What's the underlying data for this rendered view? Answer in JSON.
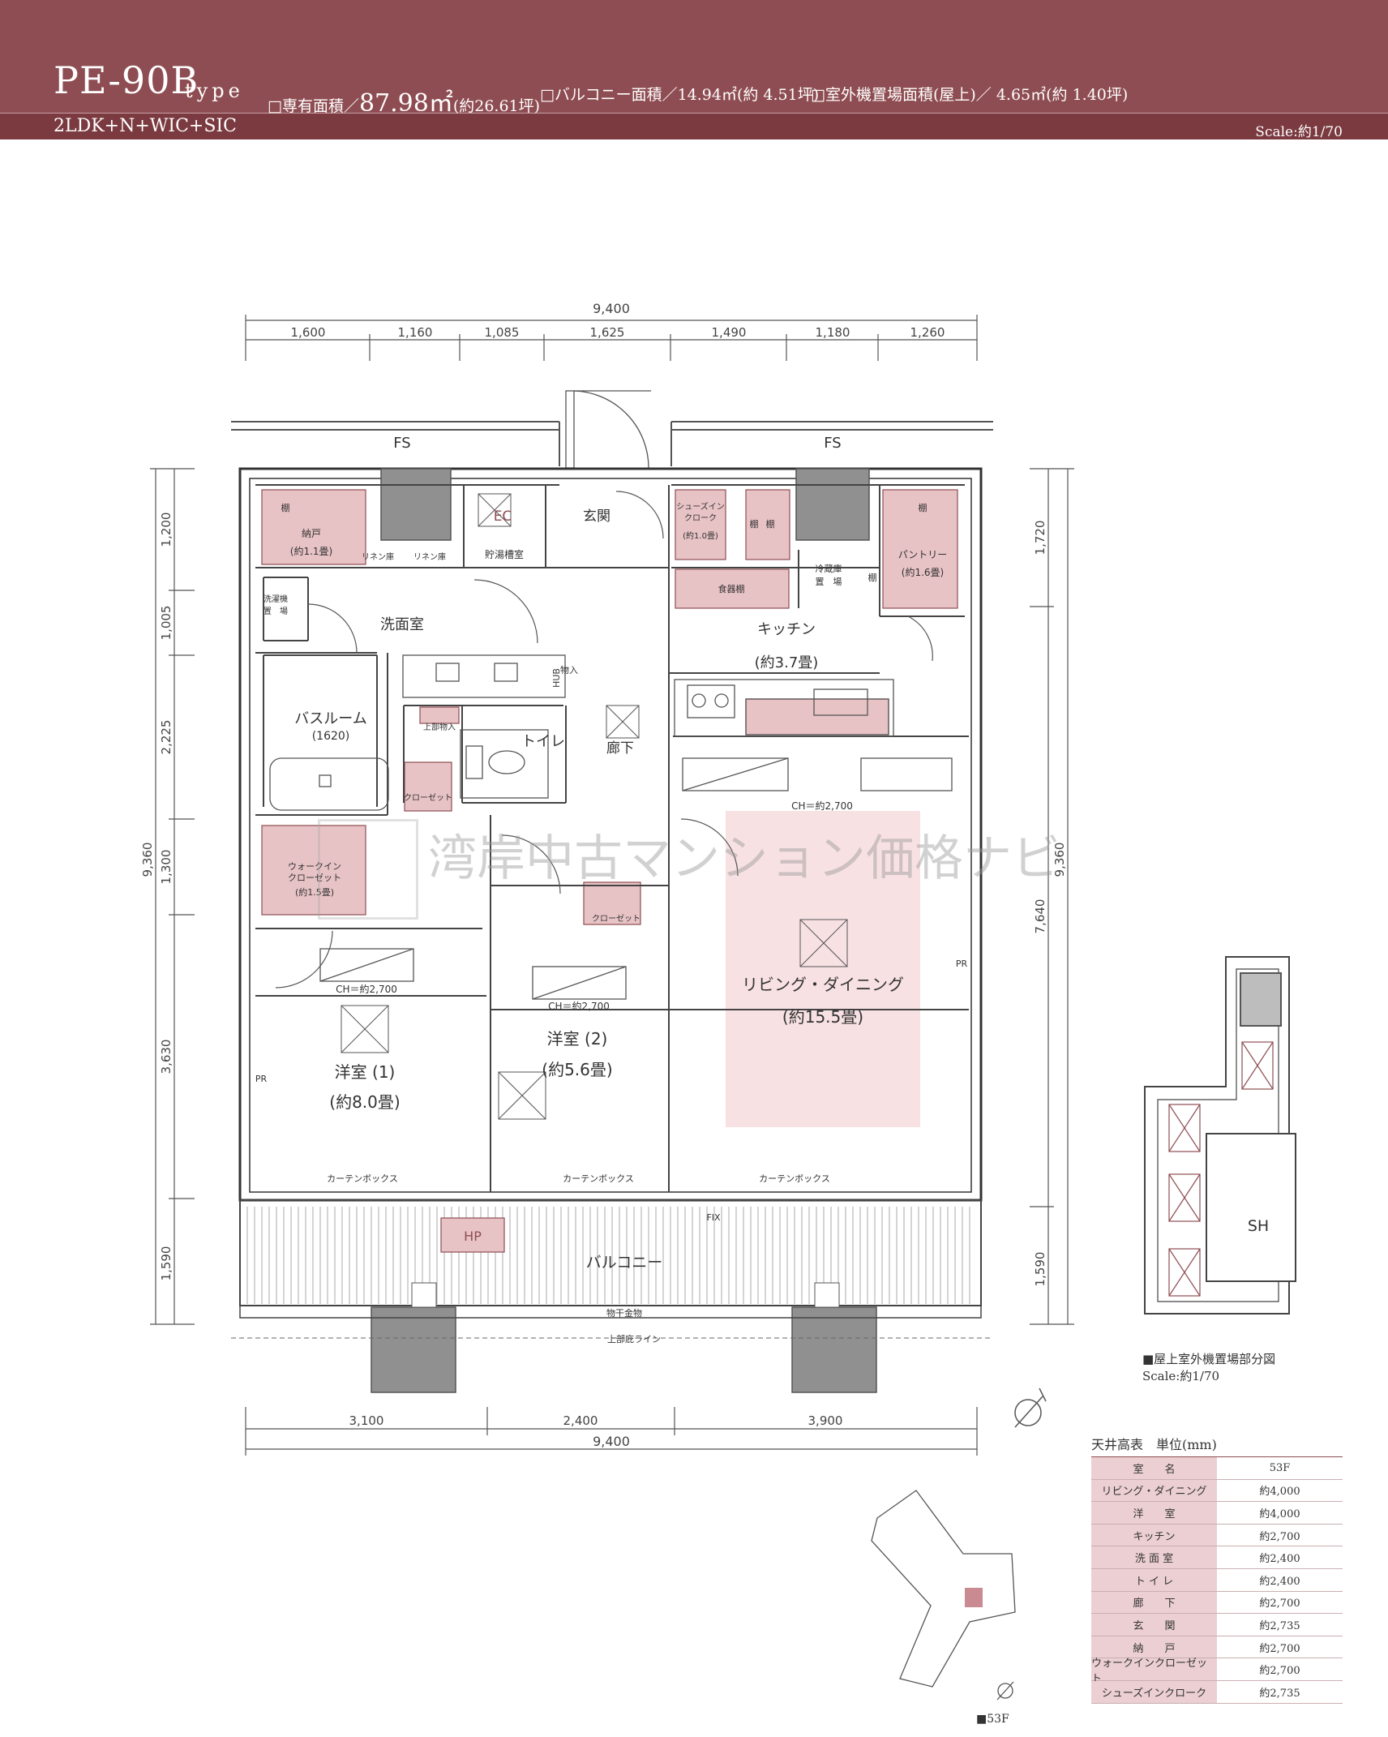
{
  "header": {
    "type_name": "PE-90B",
    "type_suffix": "type",
    "exclusive_area_label": "□専有面積／",
    "exclusive_area_value": "87.98㎡",
    "exclusive_area_tsubo": "(約26.61坪)",
    "balcony_area": "□バルコニー面積／14.94㎡(約 4.51坪)",
    "outdoor_unit_area": "□室外機置場面積(屋上)／ 4.65㎡(約 1.40坪)",
    "layout": "2LDK+N+WIC+SIC",
    "scale": "Scale:約1/70"
  },
  "dimensions": {
    "top_total": "9,400",
    "top_segments": [
      "1,600",
      "1,160",
      "1,085",
      "1,625",
      "1,490",
      "1,180",
      "1,260"
    ],
    "left_segments": [
      "1,200",
      "1,005",
      "2,225",
      "1,300",
      "3,630",
      "1,590"
    ],
    "left_total": "9,360",
    "right_segments": [
      "1,720",
      "7,640",
      "1,590"
    ],
    "right_total": "9,360",
    "bottom_segments": [
      "3,100",
      "2,400",
      "3,900"
    ],
    "bottom_total": "9,400"
  },
  "rooms": {
    "fs_left": "FS",
    "fs_right": "FS",
    "storage_shelf": "棚",
    "storage_name": "納戸",
    "storage_size": "(約1.1畳)",
    "ec": "EC",
    "water_heater": "貯湯槽室",
    "entrance": "玄関",
    "shoe_cloak_1": "シューズイン",
    "shoe_cloak_2": "クローク",
    "shoe_cloak_size": "(約1.0畳)",
    "shoe_shelf_1": "棚",
    "shoe_shelf_2": "棚",
    "pantry_shelf": "棚",
    "pantry_name": "パントリー",
    "pantry_size": "(約1.6畳)",
    "pantry_side_shelf": "棚",
    "side_shelf": "棚",
    "linen_1": "リネン庫",
    "linen_2": "リネン庫",
    "washer_1": "洗濯機",
    "washer_2": "置　場",
    "washroom": "洗面室",
    "fridge_1": "冷蔵庫",
    "fridge_2": "置　場",
    "dish_shelf": "食器棚",
    "kitchen_name": "キッチン",
    "kitchen_size": "(約3.7畳)",
    "bath_name": "バスルーム",
    "bath_size": "(1620)",
    "hub": "HUB",
    "storage_small": "物入",
    "upper_storage": "上部物入",
    "toilet": "トイレ",
    "hallway": "廊下",
    "closet_1": "クローゼット",
    "wic_1": "ウォークイン",
    "wic_2": "クローゼット",
    "wic_size": "(約1.5畳)",
    "ch_ldk": "CH＝約2,700",
    "ch_room1": "CH＝約2,700",
    "ch_room2": "CH＝約2,700",
    "closet_2": "クローゼット",
    "ldk_name": "リビング・ダイニング",
    "ldk_size": "(約15.5畳)",
    "room1_name": "洋室 (1)",
    "room1_size": "(約8.0畳)",
    "room2_name": "洋室 (2)",
    "room2_size": "(約5.6畳)",
    "curtain_1": "カーテンボックス",
    "curtain_2": "カーテンボックス",
    "curtain_3": "カーテンボックス",
    "hp": "HP",
    "fix": "FIX",
    "balcony": "バルコニー",
    "clothes_hanger": "物干金物",
    "eave_line": "上部庇ライン",
    "pr_left": "PR",
    "pr_right": "PR",
    "sh": "SH"
  },
  "watermark": "湾岸中古マンション価格ナビ",
  "roof_plan": {
    "caption": "■屋上室外機置場部分図",
    "scale": "Scale:約1/70"
  },
  "key_plan": {
    "floor_label": "■53F"
  },
  "ceiling_table": {
    "title": "天井高表　単位(mm)",
    "header": {
      "name": "室　　名",
      "value": "53F"
    },
    "rows": [
      {
        "name": "リビング・ダイニング",
        "value": "約4,000"
      },
      {
        "name": "洋　　室",
        "value": "約4,000"
      },
      {
        "name": "キッチン",
        "value": "約2,700"
      },
      {
        "name": "洗 面 室",
        "value": "約2,400"
      },
      {
        "name": "ト イ レ",
        "value": "約2,400"
      },
      {
        "name": "廊　　下",
        "value": "約2,700"
      },
      {
        "name": "玄　　関",
        "value": "約2,735"
      },
      {
        "name": "納　　戸",
        "value": "約2,700"
      },
      {
        "name": "ウォークインクローゼット",
        "value": "約2,700"
      },
      {
        "name": "シューズインクローク",
        "value": "約2,735"
      }
    ]
  },
  "colors": {
    "header_bg": "#8e4d52",
    "storage_fill": "#e8c3c6",
    "ldk_fill": "#f8e1e3",
    "column_fill": "#909090"
  }
}
